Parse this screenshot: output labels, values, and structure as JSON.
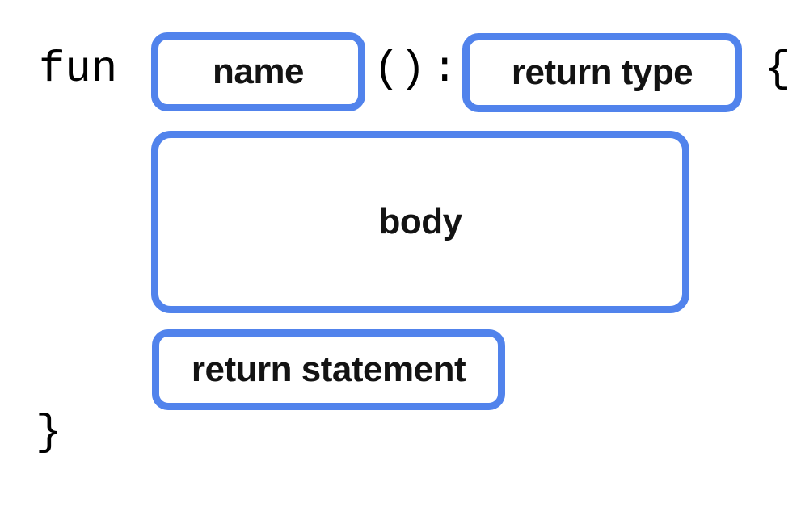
{
  "diagram": {
    "title_semantic": "kotlin-function-anatomy",
    "keyword": "fun",
    "parentheses": "()",
    "colon": ":",
    "open_brace": "{",
    "close_brace": "}",
    "slots": {
      "name": "name",
      "return_type": "return type",
      "body": "body",
      "return_statement": "return statement"
    }
  },
  "colors": {
    "slot_border": "#5183EC",
    "label_text": "#131313",
    "code_text": "#000000",
    "background": "#FFFFFF"
  }
}
